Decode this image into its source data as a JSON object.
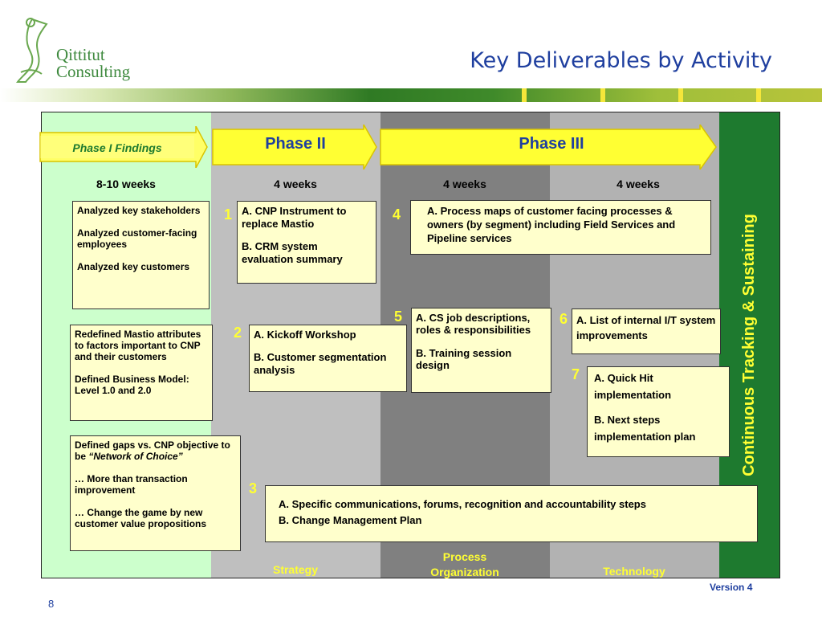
{
  "header": {
    "logo_line1": "Qittitut",
    "logo_line2": "Consulting",
    "title": "Key Deliverables by Activity"
  },
  "phases": {
    "phase1": "Phase I Findings",
    "phase2": "Phase II",
    "phase3": "Phase III"
  },
  "durations": [
    "8-10  weeks",
    "4 weeks",
    "4 weeks",
    "4 weeks"
  ],
  "sidebar_vertical": "Continuous Tracking & Sustaining",
  "findings": {
    "box1": [
      "Analyzed key stakeholders",
      "Analyzed customer-facing employees",
      "Analyzed key customers"
    ],
    "box2": [
      "Redefined Mastio attributes to factors important to CNP and their customers",
      "Defined Business Model: Level 1.0 and 2.0"
    ],
    "box3_line1": "Defined gaps vs. CNP objective to be",
    "box3_emph": "“Network of Choice”",
    "box3_rest": [
      "… More than transaction improvement",
      "… Change the game by new customer value propositions"
    ]
  },
  "deliverables": [
    {
      "num": "1",
      "items": [
        "A.  CNP Instrument to replace Mastio",
        "B. CRM system evaluation summary"
      ]
    },
    {
      "num": "2",
      "items": [
        "A. Kickoff Workshop",
        "B. Customer segmentation analysis"
      ]
    },
    {
      "num": "3",
      "items": [
        "A. Specific communications, forums, recognition and accountability steps",
        "B. Change Management Plan"
      ]
    },
    {
      "num": "4",
      "items": [
        "A. Process maps of customer facing processes & owners  (by segment) including Field Services and Pipeline services"
      ]
    },
    {
      "num": "5",
      "items": [
        "A. CS job descriptions, roles & responsibilities",
        "B. Training session design"
      ]
    },
    {
      "num": "6",
      "items": [
        "A.  List of internal I/T system improvements"
      ]
    },
    {
      "num": "7",
      "items": [
        "A. Quick Hit implementation",
        "B. Next steps implementation plan"
      ]
    }
  ],
  "columns": {
    "strategy": "Strategy",
    "process_line1": "Process",
    "process_line2": "Organization",
    "technology": "Technology"
  },
  "footer": {
    "version": "Version 4",
    "page": "8"
  },
  "colors": {
    "col_findings": "#ccffcc",
    "col_strategy": "#bfbfbf",
    "col_process": "#808080",
    "col_technology": "#b2b2b2",
    "col_sustain": "#1e7a2f",
    "box_fill": "#ffffcc",
    "accent_yellow": "#ffff33",
    "title_blue": "#1f3f9f"
  }
}
